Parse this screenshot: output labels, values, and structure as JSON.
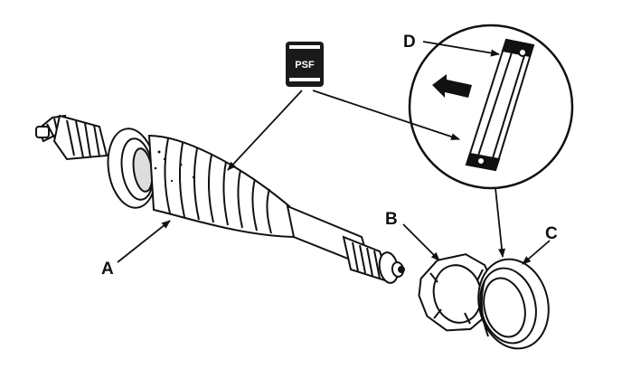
{
  "diagram": {
    "badge": {
      "text": "PSF",
      "icon": "grease-can-icon"
    },
    "labels": {
      "A": "A",
      "B": "B",
      "C": "C",
      "D": "D"
    },
    "colors": {
      "ink": "#111111",
      "paper": "#ffffff",
      "badge_fill": "#1a1a1a"
    }
  }
}
